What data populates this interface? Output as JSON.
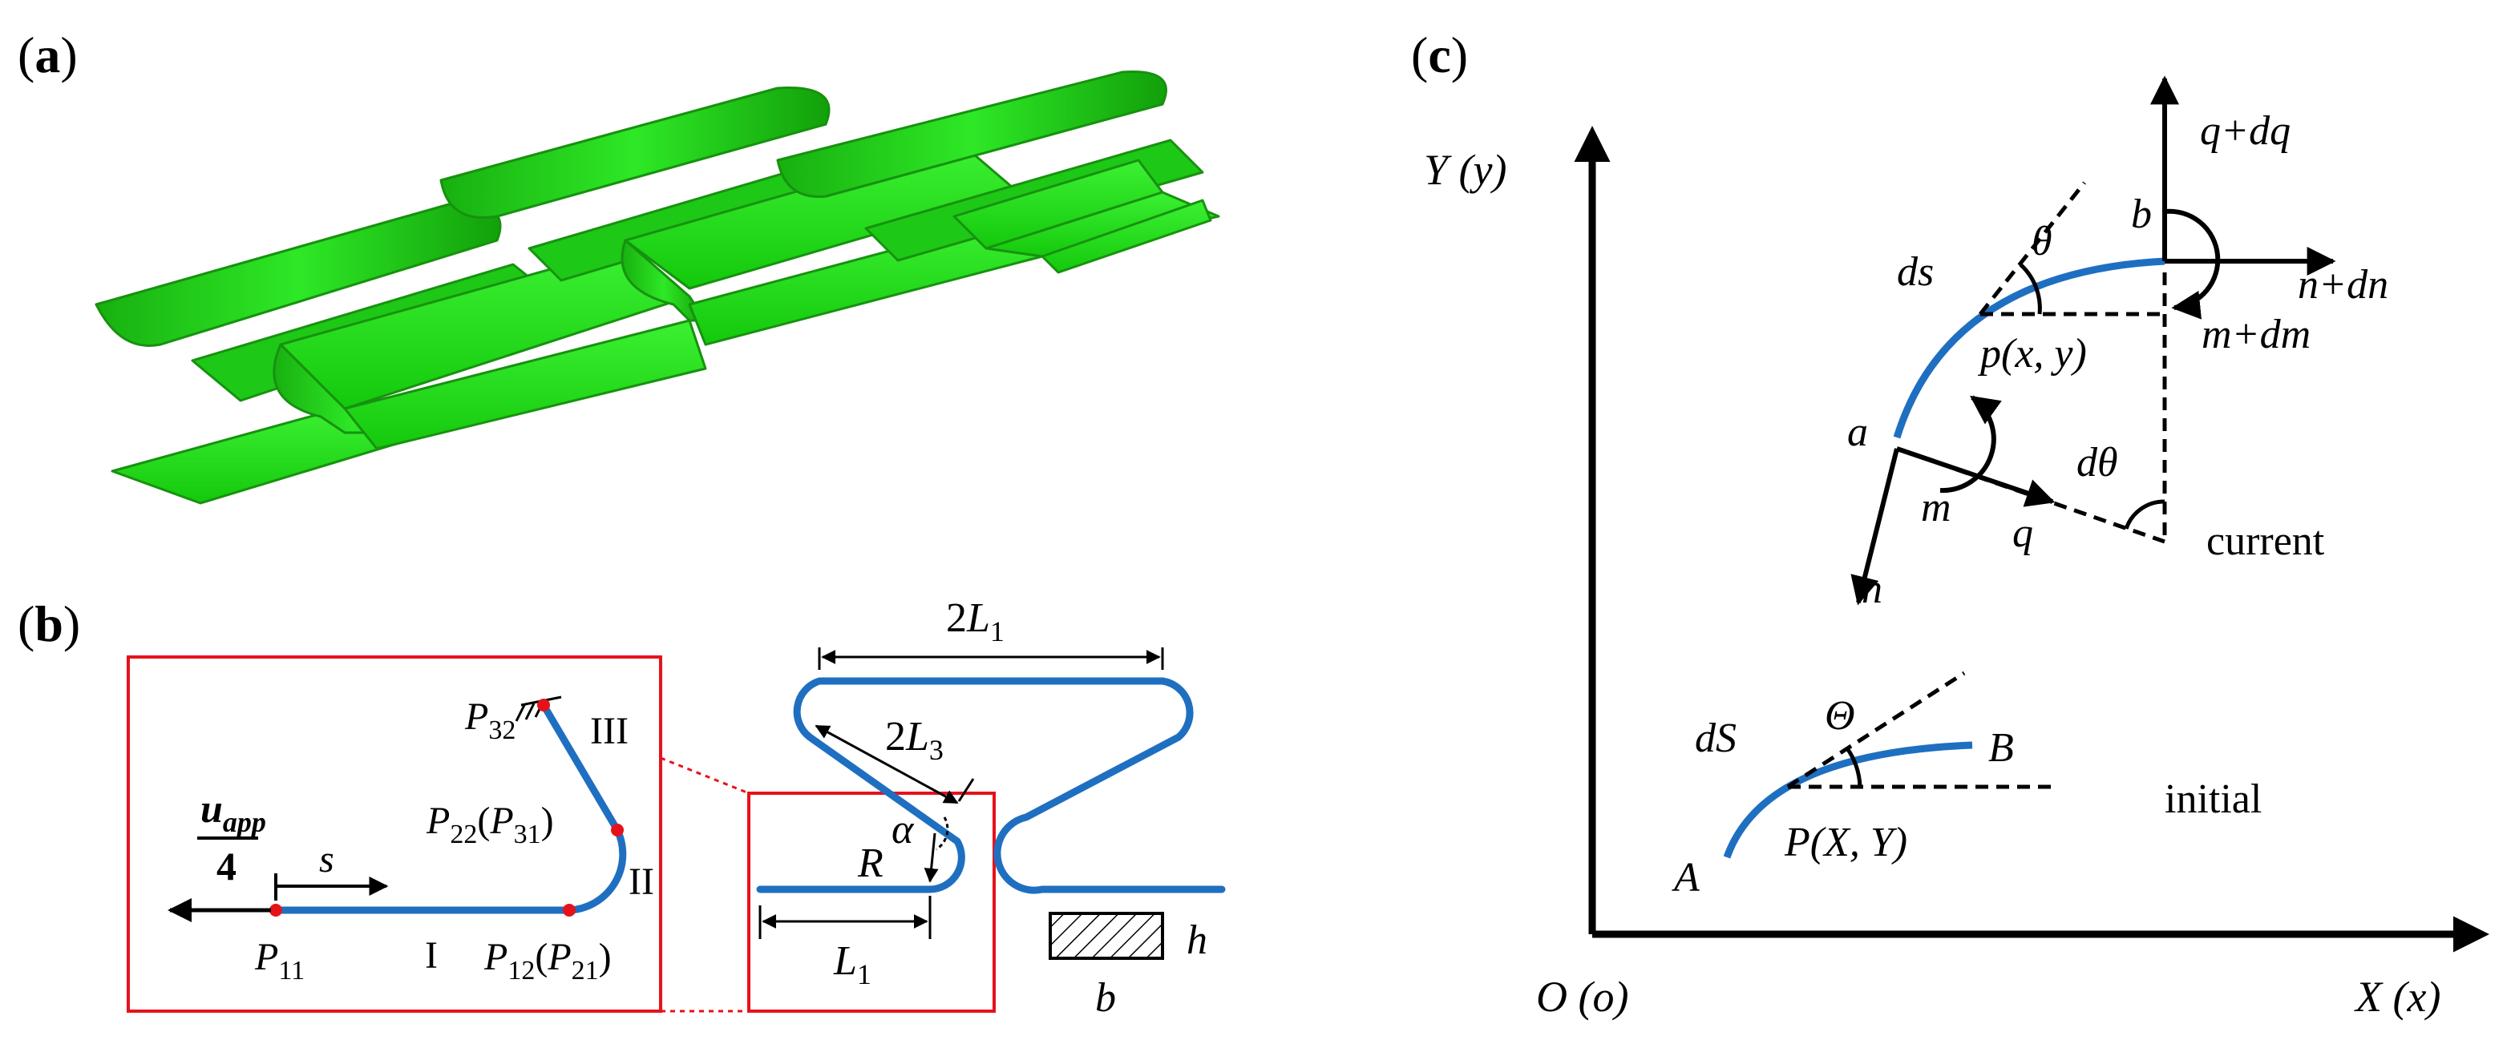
{
  "panels": {
    "a": {
      "open": "(",
      "letter": "a",
      "close": ")"
    },
    "b": {
      "open": "(",
      "letter": "b",
      "close": ")"
    },
    "c": {
      "open": "(",
      "letter": "c",
      "close": ")"
    }
  },
  "colors": {
    "beam": "#1f6fc1",
    "green_face": "#22e01a",
    "green_edge": "#1a9c12",
    "highlight": "#e6121a",
    "node": "#e6121a",
    "axis": "#000000"
  },
  "panel_b": {
    "u_app_num": "u",
    "u_app_sub": "app",
    "u_app_den": "4",
    "s": "s",
    "P11": {
      "base": "P",
      "sub": "11"
    },
    "P12": {
      "base": "P",
      "sub": "12",
      "paren_base": "P",
      "paren_sub": "21"
    },
    "P22": {
      "base": "P",
      "sub": "22",
      "paren_base": "P",
      "paren_sub": "31"
    },
    "P32": {
      "base": "P",
      "sub": "32"
    },
    "seg_I": "I",
    "seg_II": "II",
    "seg_III": "III",
    "twoL1": {
      "coef": "2",
      "var": "L",
      "sub": "1"
    },
    "twoL3": {
      "coef": "2",
      "var": "L",
      "sub": "3"
    },
    "L1": {
      "var": "L",
      "sub": "1"
    },
    "R": "R",
    "alpha": "α",
    "h": "h",
    "b": "b"
  },
  "panel_c": {
    "y_axis": {
      "main": "Y",
      "paren": "(y)"
    },
    "x_axis": {
      "main": "X",
      "paren": "(x)"
    },
    "origin": {
      "main": "O",
      "paren": "(o)"
    },
    "q_dq": "q+dq",
    "n_dn": "n+dn",
    "m_dm": "m+dm",
    "b": "b",
    "theta": "θ",
    "ds": "ds",
    "p": "p(x, y)",
    "a": "a",
    "d_theta": "dθ",
    "m": "m",
    "q": "q",
    "n": "n",
    "current": "current",
    "dS": "dS",
    "Theta": "Θ",
    "B": "B",
    "A": "A",
    "P": "P(X, Y)",
    "initial": "initial"
  }
}
